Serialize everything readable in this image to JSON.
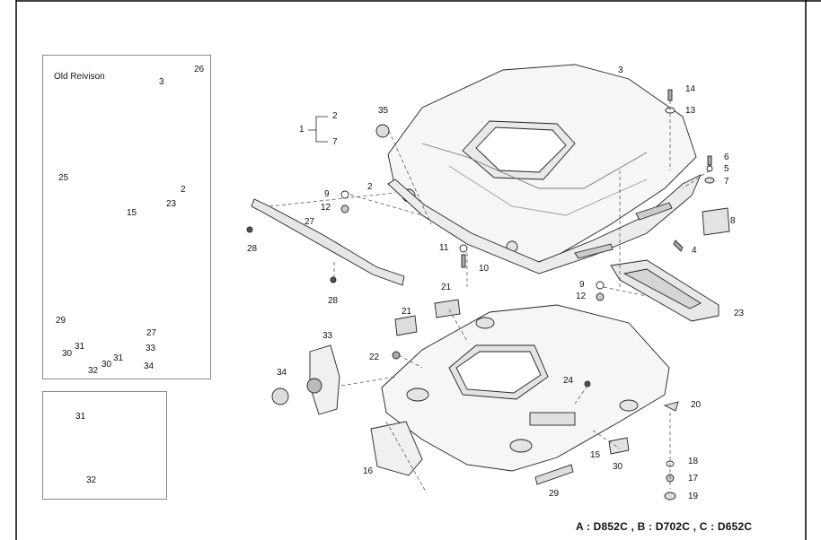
{
  "inset_old": {
    "title": "Old Reivison",
    "labels": [
      "3",
      "26",
      "25",
      "2",
      "23",
      "15",
      "29",
      "27",
      "31",
      "30",
      "33",
      "32",
      "30",
      "31",
      "34"
    ]
  },
  "inset_bracket": {
    "labels": [
      "31",
      "32"
    ]
  },
  "main_labels": [
    "1",
    "2",
    "7",
    "35",
    "9",
    "12",
    "28",
    "27",
    "28",
    "2",
    "11",
    "10",
    "3",
    "14",
    "13",
    "6",
    "5",
    "7",
    "8",
    "4",
    "9",
    "12",
    "23",
    "21",
    "21",
    "22",
    "33",
    "34",
    "24",
    "20",
    "15",
    "30",
    "18",
    "17",
    "19",
    "16",
    "29"
  ],
  "footer": "A : D852C , B : D702C , C : D652C"
}
